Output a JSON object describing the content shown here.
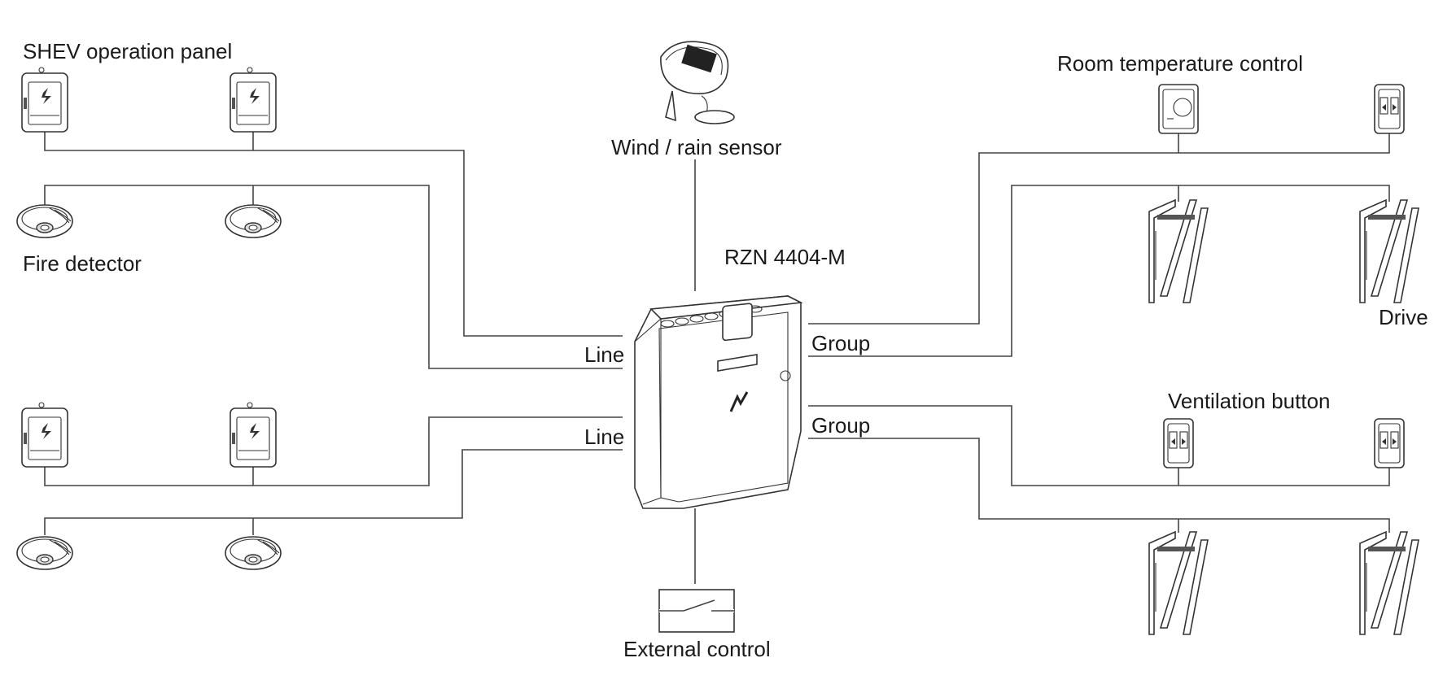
{
  "labels": {
    "shev_panel": "SHEV operation panel",
    "fire_detector": "Fire detector",
    "wind_rain": "Wind / rain sensor",
    "controller": "RZN 4404-M",
    "line_1": "Line",
    "line_2": "Line",
    "group_1": "Group",
    "group_2": "Group",
    "room_temp": "Room temperature control",
    "drive": "Drive",
    "ventilation": "Ventilation button",
    "external": "External control"
  },
  "colors": {
    "stroke": "#333333",
    "text": "#1a1a1a",
    "background": "#ffffff"
  }
}
